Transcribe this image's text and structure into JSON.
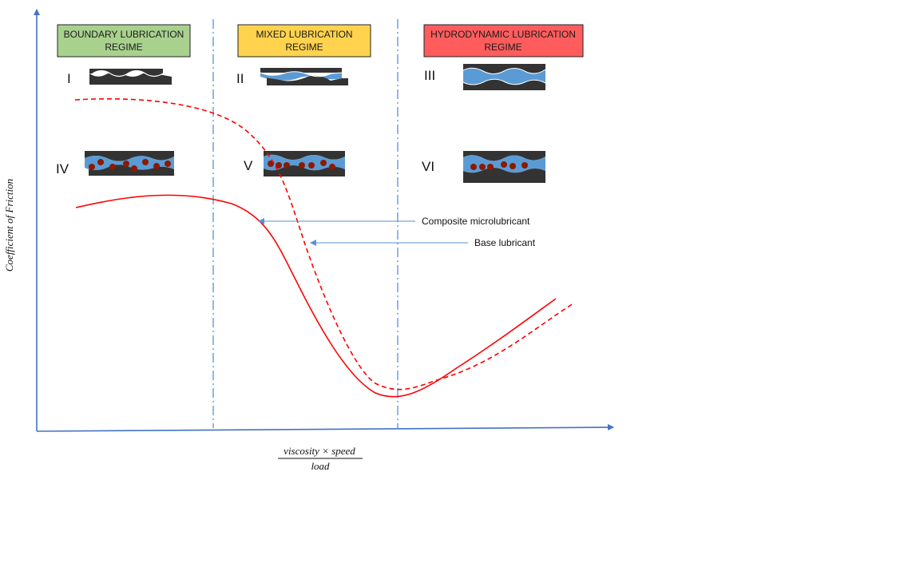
{
  "colors": {
    "axis": "#4472c4",
    "curve": "#ff0000",
    "divider": "#5b8fd6",
    "fluid": "#5b9bd5",
    "surface": "#333333",
    "particle": "#8b1a00",
    "boundary_fill": "#a9d18e",
    "mixed_fill": "#ffd34e",
    "hydro_fill": "#ff5d5d"
  },
  "axes": {
    "y_label": "Coefficient of Friction",
    "x_label_numerator": "viscosity × speed",
    "x_label_denominator": "load"
  },
  "regimes": [
    {
      "id": "boundary",
      "line1": "BOUNDARY LUBRICATION",
      "line2": "REGIME",
      "color_key": "boundary_fill"
    },
    {
      "id": "mixed",
      "line1": "MIXED LUBRICATION",
      "line2": "REGIME",
      "color_key": "mixed_fill"
    },
    {
      "id": "hydrodynamic",
      "line1": "HYDRODYNAMIC LUBRICATION",
      "line2": "REGIME",
      "color_key": "hydro_fill"
    }
  ],
  "contacts": [
    {
      "numeral": "I",
      "regime": "boundary",
      "fluid": "none",
      "particles": false
    },
    {
      "numeral": "II",
      "regime": "mixed",
      "fluid": "partial",
      "particles": false
    },
    {
      "numeral": "III",
      "regime": "hydrodynamic",
      "fluid": "full",
      "particles": false
    },
    {
      "numeral": "IV",
      "regime": "boundary",
      "fluid": "partial",
      "particles": true
    },
    {
      "numeral": "V",
      "regime": "mixed",
      "fluid": "full",
      "particles": true
    },
    {
      "numeral": "VI",
      "regime": "hydrodynamic",
      "fluid": "full",
      "particles": true
    }
  ],
  "curves": [
    {
      "name": "Composite microlubricant",
      "style": "solid"
    },
    {
      "name": "Base lubricant",
      "style": "dashed"
    }
  ]
}
